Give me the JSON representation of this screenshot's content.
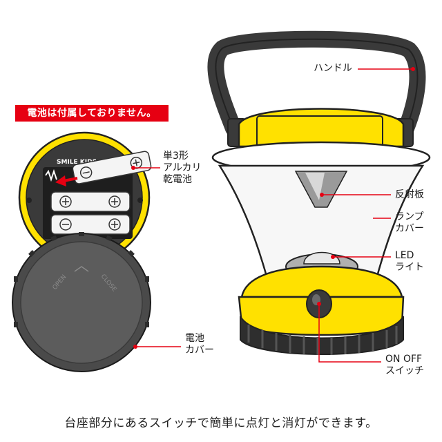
{
  "notice": "電池は付属しておりません。",
  "battery_cover_text": {
    "brand": "SMILE KIDS",
    "open": "OPEN",
    "close": "CLOSE"
  },
  "labels": {
    "handle": "ハンドル",
    "battery_line1": "単3形",
    "battery_line2": "アルカリ",
    "battery_line3": "乾電池",
    "reflector": "反射板",
    "lamp_cover_line1": "ランプ",
    "lamp_cover_line2": "カバー",
    "led_line1": "LED",
    "led_line2": "ライト",
    "battery_cover_line1": "電池",
    "battery_cover_line2": "カバー",
    "switch_line1": "ON OFF",
    "switch_line2": "スイッチ"
  },
  "caption": "台座部分にあるスイッチで簡単に点灯と消灯ができます。",
  "colors": {
    "accent_red": "#e60012",
    "body_yellow": "#ffe100",
    "dark_grey": "#3a3a3a",
    "cover_grey": "#585858"
  }
}
